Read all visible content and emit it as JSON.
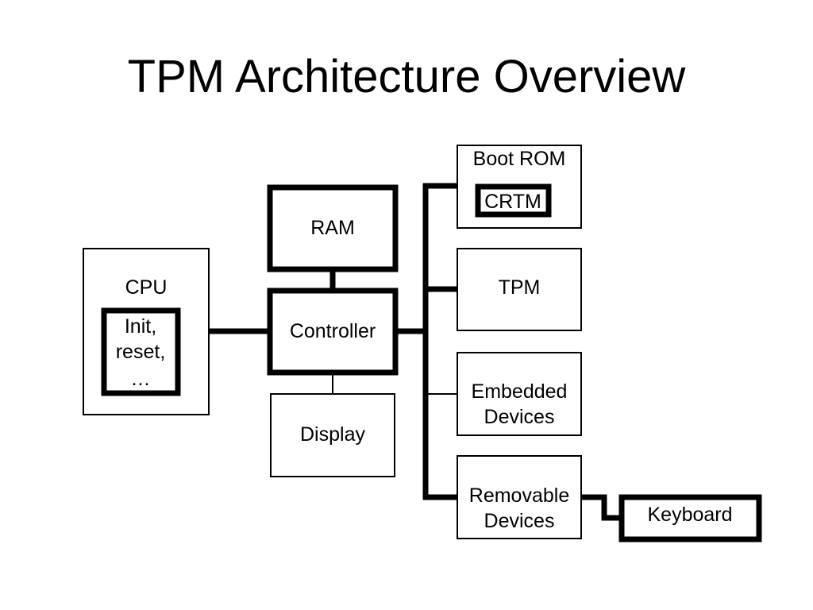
{
  "title": "TPM Architecture Overview",
  "diagram": {
    "cpu": "CPU",
    "cpu_inner": [
      "Init,",
      "reset,",
      "…"
    ],
    "ram": "RAM",
    "controller": "Controller",
    "display": "Display",
    "boot_rom": "Boot ROM",
    "crtm": "CRTM",
    "tpm": "TPM",
    "embedded": [
      "Embedded",
      "Devices"
    ],
    "removable": [
      "Removable",
      "Devices"
    ],
    "keyboard": "Keyboard"
  }
}
